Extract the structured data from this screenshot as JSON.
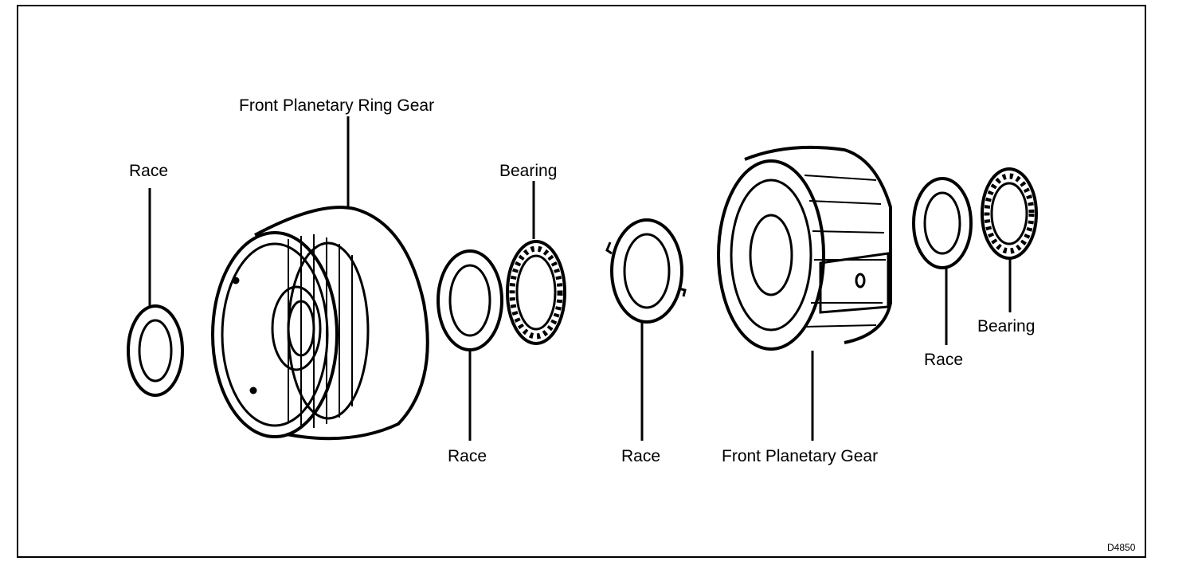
{
  "labels": {
    "ring_gear": "Front Planetary Ring Gear",
    "race_left": "Race",
    "bearing_top": "Bearing",
    "race_center1": "Race",
    "race_center2": "Race",
    "planetary_gear": "Front Planetary Gear",
    "race_right": "Race",
    "bearing_right": "Bearing"
  },
  "figure_code": "D4850",
  "colors": {
    "ink": "#000000",
    "paper": "#ffffff"
  }
}
